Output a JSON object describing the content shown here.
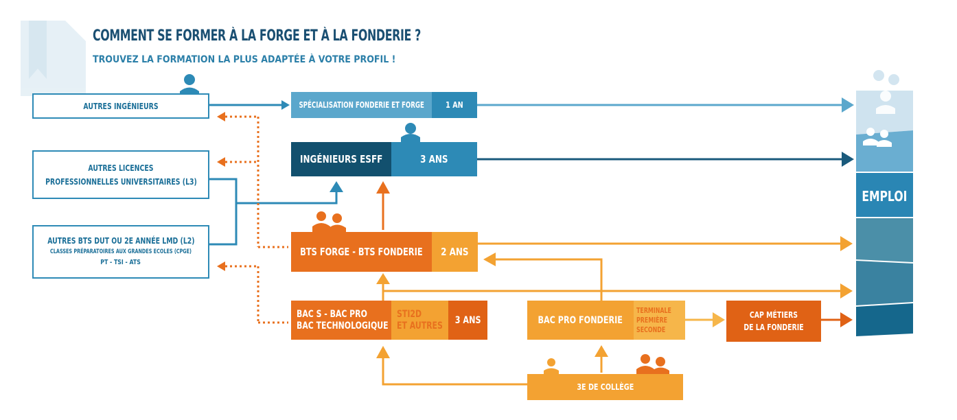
{
  "header": {
    "title": "COMMENT SE FORMER À LA FORGE ET À LA FONDERIE ?",
    "subtitle": "TROUVEZ LA FORMATION LA PLUS ADAPTÉE À VOTRE PROFIL !"
  },
  "left_boxes": {
    "autres_ingenieurs": "AUTRES INGÉNIEURS",
    "licences_line1": "AUTRES LICENCES",
    "licences_line2": "PROFESSIONNELLES UNIVERSITAIRES (L3)",
    "bts_line1": "AUTRES BTS DUT OU 2E ANNÉE LMD (L2)",
    "bts_line2": "CLASSES PRÉPARATOIRES AUX GRANDES ECOLES (CPGE)",
    "bts_line3": "PT - TSI - ATS"
  },
  "formations": {
    "specialisation": "SPÉCIALISATION FONDERIE ET FORGE",
    "specialisation_duration": "1 AN",
    "ingenieurs": "INGÉNIEURS ESFF",
    "ingenieurs_duration": "3 ANS",
    "bts": "BTS FORGE - BTS FONDERIE",
    "bts_duration": "2 ANS",
    "bac_line1": "BAC S - BAC PRO",
    "bac_line2": "BAC TECHNOLOGIQUE",
    "sti2d_line1": "STI2D",
    "sti2d_line2": "ET AUTRES",
    "bac_duration": "3 ANS",
    "bac_pro_fonderie": "BAC PRO FONDERIE",
    "terminale": "TERMINALE",
    "premiere": "PREMIÈRE",
    "seconde": "SECONDE",
    "cap_line1": "CAP MÉTIERS",
    "cap_line2": "DE LA FONDERIE",
    "college": "3E DE COLLÈGE"
  },
  "emploi": "EMPLOI",
  "colors": {
    "navy": "#1a4f72",
    "blue": "#2d8ab6",
    "light_blue": "#5ba7cc",
    "dark_teal": "#0f5a7a",
    "orange": "#e8701e",
    "orange_dark": "#e06215",
    "amber": "#f3a232",
    "amber_light": "#f6b64a"
  }
}
